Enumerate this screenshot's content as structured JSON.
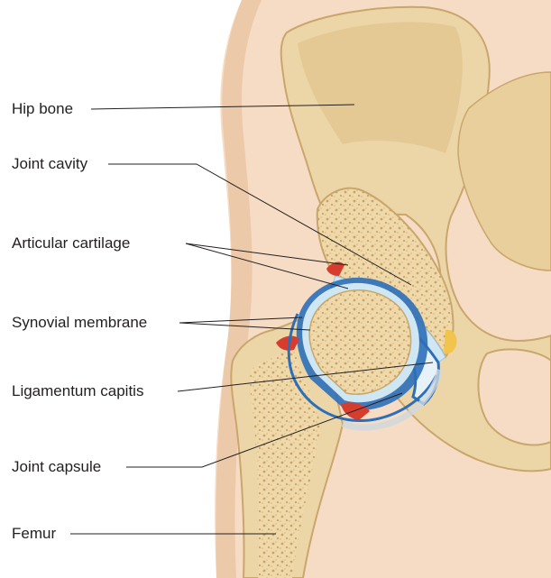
{
  "labels": {
    "hip_bone": "Hip bone",
    "joint_cavity": "Joint cavity",
    "articular_cartilage": "Articular cartilage",
    "synovial_membrane": "Synovial membrane",
    "ligamentum_capitis": "Ligamentum capitis",
    "joint_capsule": "Joint capsule",
    "femur": "Femur"
  },
  "colors": {
    "background": "#ffffff",
    "skin": "#f6dcc4",
    "skin_shadow": "#ebc6a6",
    "bone": "#ecd6a8",
    "bone_shadow": "#cfae75",
    "spongy_bone": "#e6c98f",
    "cartilage": "#cfe6f3",
    "synovial": "#2c6fb9",
    "vessel": "#d63d2f",
    "fat": "#f2c44c",
    "leader_line": "#231f20",
    "text": "#231f20"
  }
}
